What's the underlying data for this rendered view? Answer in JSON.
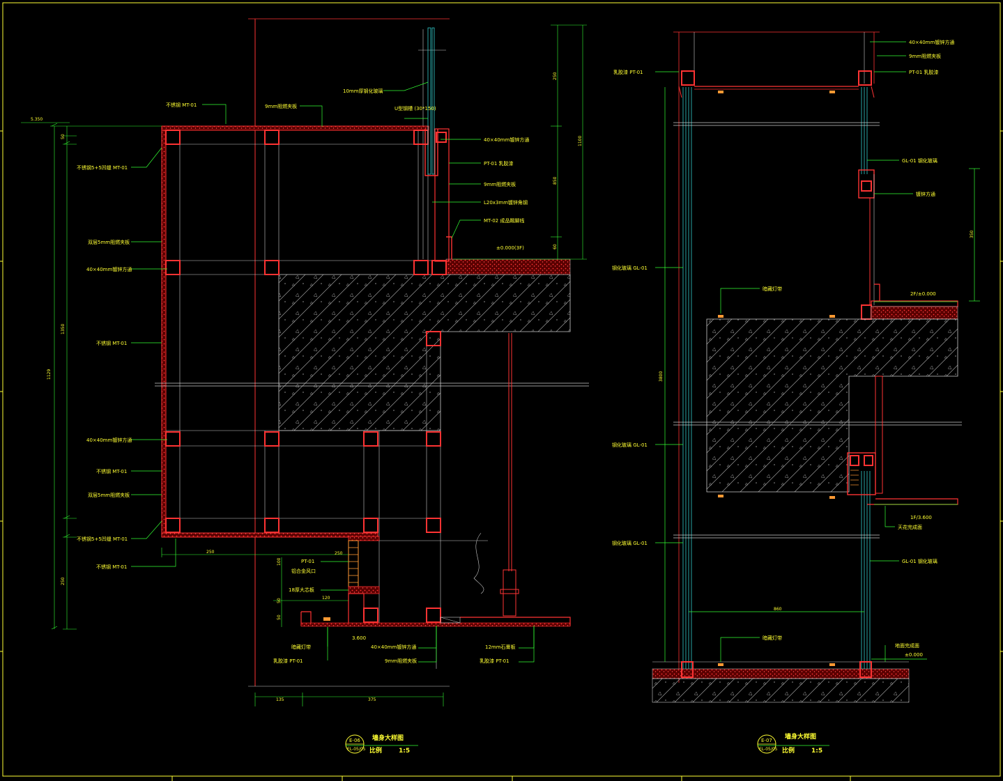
{
  "colors": {
    "background": "#000000",
    "frame": "#ffff33",
    "wall": "#ff3333",
    "leader": "#33ff33",
    "structure": "#cccccc",
    "hatch": "#bbbbbb",
    "text": "#ffff33",
    "glass": "#33cccc",
    "fitting": "#ff9933"
  },
  "left": {
    "top_elev": "5.350",
    "height_dims": [
      "1129",
      "1350",
      "250",
      "50"
    ],
    "labels_left": [
      "不锈钢 MT-01",
      "不锈钢5+5凹缝 MT-01",
      "双层5mm阻燃夹板",
      "40×40mm镀锌方通",
      "不锈钢 MT-01",
      "40×40mm镀锌方通",
      "不锈钢 MT-01",
      "双层5mm阻燃夹板",
      "不锈钢5+5凹缝 MT-01",
      "不锈钢 MT-01"
    ],
    "labels_top": [
      "9mm阻燃夹板",
      "10mm厚钢化玻璃",
      "U型钢槽 (30*150)"
    ],
    "labels_right": [
      "40×40mm镀锌方通",
      "PT-01 乳胶漆",
      "9mm阻燃夹板",
      "L20x3mm镀锌角钢",
      "MT-02 成品踢脚线"
    ],
    "right_dims": [
      "250",
      "1100",
      "850",
      "60"
    ],
    "floor_elev": "±0.000(3F)",
    "bottom_labels_left": [
      "PT-01",
      "铝合金风口",
      "18厚大芯板",
      "暗藏灯带",
      "乳胶漆 PT-01"
    ],
    "bottom_labels_mid": [
      "40×40mm镀锌方通",
      "9mm阻燃夹板"
    ],
    "bottom_labels_right": [
      "12mm石膏板",
      "乳胶漆 PT-01"
    ],
    "ceiling_elev": "3.600",
    "dims_h": [
      "250",
      "120",
      "135",
      "375"
    ],
    "small_dims": [
      "100",
      "50",
      "50"
    ],
    "title_num": "E-06",
    "title_ref": "EL-05/05",
    "title": "墙身大样图",
    "scale_label": "比例",
    "scale": "1:5"
  },
  "right": {
    "labels_top_right": [
      "40×40mm镀锌方通",
      "9mm阻燃夹板",
      "PT-01 乳胶漆"
    ],
    "label_top_left": "乳胶漆 PT-01",
    "labels_glass_right": [
      "GL-01 钢化玻璃",
      "镀锌方通"
    ],
    "labels_glass_left": [
      "钢化玻璃 GL-01",
      "钢化玻璃 GL-01",
      "钢化玻璃 GL-01"
    ],
    "light_strip": "暗藏灯带",
    "elev_2f": "2F/±0.000",
    "elev_1f": "1F/3.600",
    "ceiling_label": "天花完成面",
    "glass_right_bottom": "GL-01 钢化玻璃",
    "floor_label": "地面完成面",
    "floor_elev": "±0.000",
    "dim_width": "860",
    "dim_height": "3800",
    "dim_side": "350",
    "title_num": "E-07",
    "title_ref": "EL-05/05",
    "title": "墙身大样图",
    "scale_label": "比例",
    "scale": "1:5"
  }
}
